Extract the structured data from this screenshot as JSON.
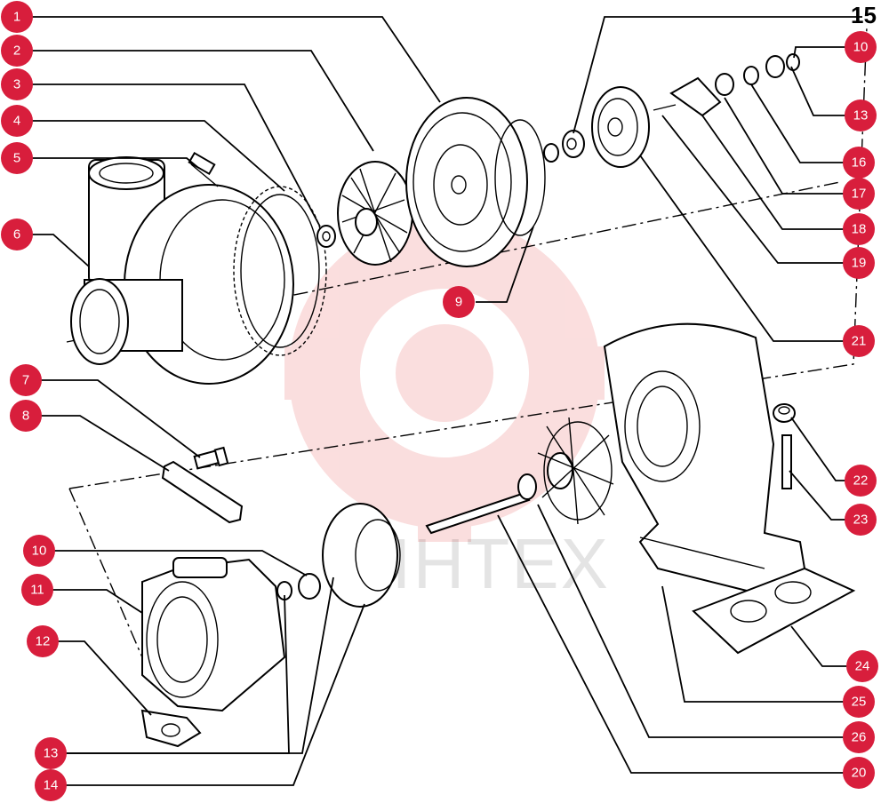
{
  "page_number": "15",
  "watermark": "VIHTEX",
  "colors": {
    "badge": "#d81e3c",
    "watermark_logo": "#f08a8a",
    "line": "#000000"
  },
  "callouts": [
    "1",
    "2",
    "3",
    "4",
    "5",
    "6",
    "7",
    "8",
    "9",
    "10",
    "13",
    "16",
    "17",
    "18",
    "19",
    "21",
    "22",
    "23",
    "24",
    "25",
    "26",
    "20",
    "10",
    "11",
    "12",
    "13",
    "14"
  ]
}
